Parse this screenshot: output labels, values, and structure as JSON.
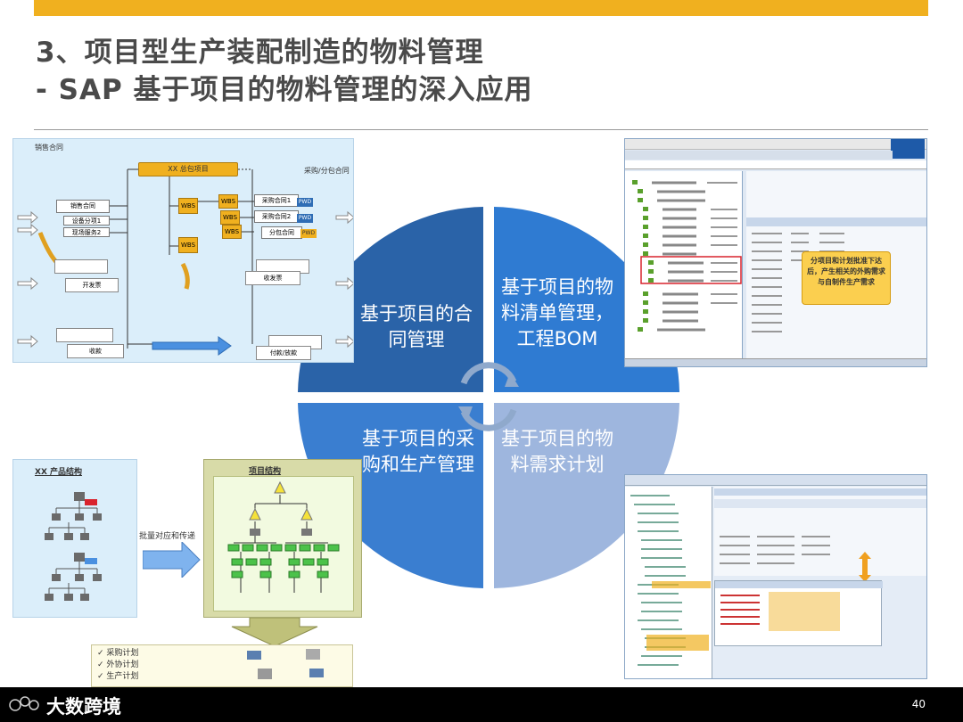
{
  "slide": {
    "title_line1": "3、项目型生产装配制造的物料管理",
    "title_line2": "- SAP 基于项目的物料管理的深入应用",
    "page_number": "40",
    "brand": "大数跨境"
  },
  "quadrants": {
    "top_left": "基于项目的合同管理",
    "top_right": "基于项目的物料清单管理，工程BOM",
    "bottom_left": "基于项目的采购和生产管理",
    "bottom_right": "基于项目的物料需求计划"
  },
  "contract_diagram": {
    "sales_contract_header": "销售合同",
    "purchase_header": "采购/分包合同",
    "project_root": "XX 总包项目",
    "sales_contract": "销售合同",
    "sub1": "设备分项1",
    "sub2": "现场服务2",
    "wbs": "WBS",
    "purchase1": "采购合同1",
    "purchase2": "采购合同2",
    "subcontract": "分包合同",
    "pwd": "PWD",
    "invoice_out": "开发票",
    "invoice_in": "收发票",
    "receipt": "收款",
    "payment": "付款/放款"
  },
  "sap_bom_callout": "分项目和计划批准下达后，产生相关的外购需求与自制件生产需求",
  "product_structure": {
    "product_header": "XX 产品结构",
    "mapping_label": "批量对应和传递",
    "project_header": "项目结构",
    "plans": [
      "采购计划",
      "外协计划",
      "生产计划"
    ]
  },
  "colors": {
    "accent": "#f0b01f",
    "quad_dark": "#2f6db5",
    "quad_mid": "#3b7fd0",
    "quad_light": "#9db5de"
  }
}
